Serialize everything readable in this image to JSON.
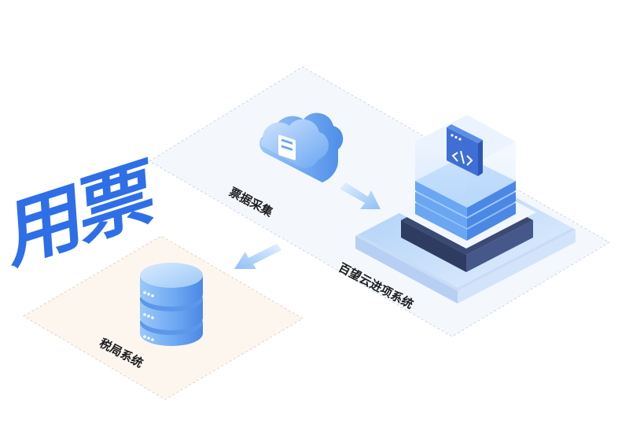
{
  "hero_text": "用票",
  "labels": {
    "collection": "票据采集",
    "platform": "百望云进项系统",
    "tax": "税局系统"
  },
  "colors": {
    "accent": "#2e6fe8",
    "light_blue": "#8fc0f6",
    "dark_base": "#3b4a73",
    "tax_zone": "#fdf6ef",
    "platform_zone": "#f4f8fd"
  },
  "icons": [
    "cloud-document-icon",
    "server-stack-icon",
    "code-window-icon",
    "database-icon",
    "arrow-icon"
  ]
}
